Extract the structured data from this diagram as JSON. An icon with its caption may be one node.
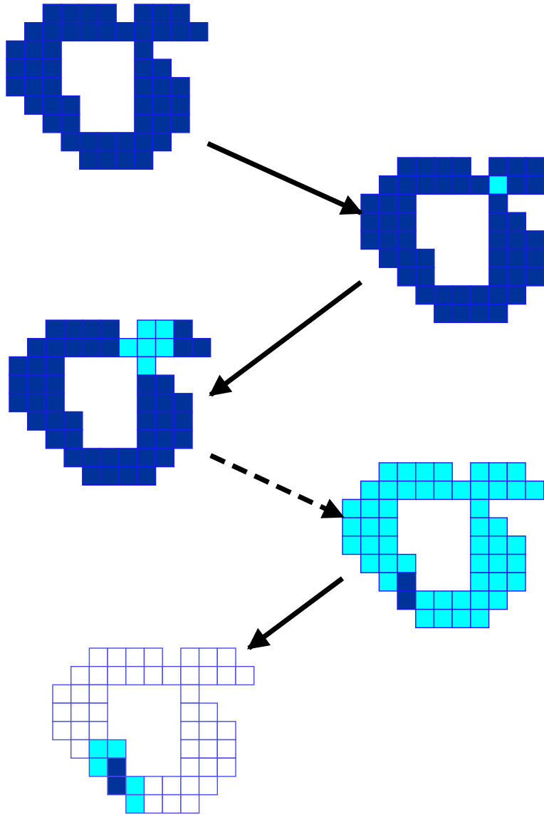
{
  "diagram": {
    "nodes": [
      {
        "text": [],
        "shape": "picture"
      },
      {
        "text": [],
        "shape": "picture"
      },
      {
        "text": [],
        "shape": "picture"
      },
      {
        "text": [],
        "shape": "picture"
      },
      {
        "text": [],
        "shape": "picture"
      }
    ],
    "edges": [
      {
        "from": 0,
        "to": 1,
        "arrow": "to"
      },
      {
        "from": 1,
        "to": 2,
        "arrow": "to"
      },
      {
        "from": 2,
        "to": 3,
        "arrow": "to",
        "style": "dashed"
      },
      {
        "from": 3,
        "to": 4,
        "arrow": "to"
      }
    ]
  }
}
